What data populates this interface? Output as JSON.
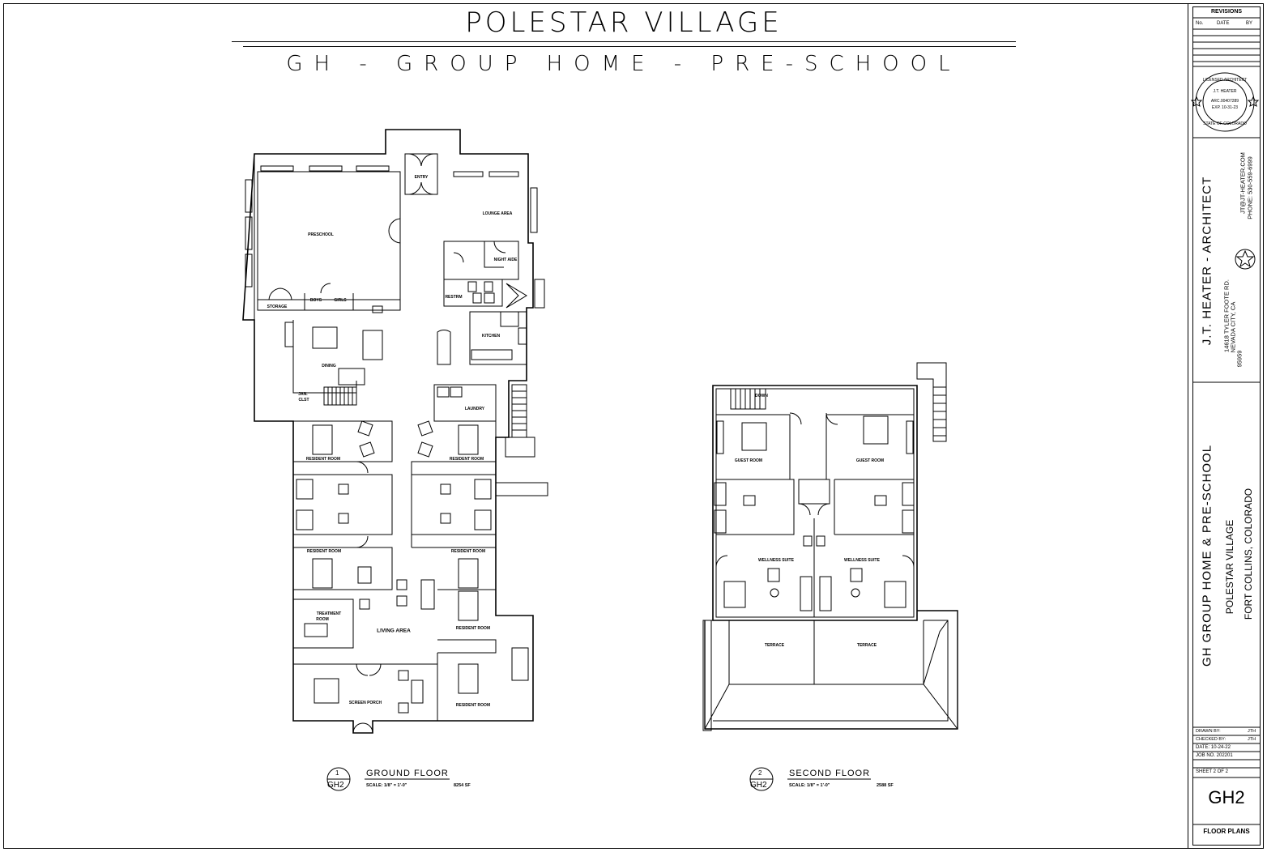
{
  "header": {
    "title": "POLESTAR VILLAGE",
    "subtitle": "GH - GROUP HOME - PRE-SCHOOL"
  },
  "ground_floor": {
    "rooms": {
      "entry": "ENTRY",
      "lounge": "LOUNGE AREA",
      "preschool": "PRESCHOOL",
      "night_aide": "NIGHT AIDE",
      "restrm": "RESTRM",
      "storage": "STORAGE",
      "boys": "BOYS",
      "girls": "GIRLS",
      "kitchen": "KITCHEN",
      "dining": "DINING",
      "jan_clst_1": "JAN.",
      "jan_clst_2": "CLST",
      "laundry": "LAUNDRY",
      "resident_room": "RESIDENT ROOM",
      "treatment_1": "TREATMENT",
      "treatment_2": "ROOM",
      "living_area": "LIVING AREA",
      "screen_porch": "SCREEN PORCH"
    },
    "caption": {
      "number": "1",
      "sheet": "GH2",
      "title": "GROUND FLOOR",
      "scale": "SCALE: 1/8\" = 1'-0\"",
      "area": "8254 SF"
    }
  },
  "second_floor": {
    "rooms": {
      "down": "DOWN",
      "guest_room": "GUEST ROOM",
      "wellness_suite": "WELLNESS SUITE",
      "terrace": "TERRACE"
    },
    "caption": {
      "number": "2",
      "sheet": "GH2",
      "title": "SECOND FLOOR",
      "scale": "SCALE: 1/8\" = 1'-0\"",
      "area": "2588 SF"
    }
  },
  "title_block": {
    "revisions": "REVISIONS",
    "rev_cols": [
      "No.",
      "DATE",
      "BY"
    ],
    "seal": {
      "line1": "LICENSED ARCHITECT",
      "line2": "J.T. HEATER",
      "line3": "ARC.00407289",
      "line4": "EXP. 10-31-23",
      "line5": "STATE OF COLORADO"
    },
    "firm": "J.T. HEATER - ARCHITECT",
    "address1": "14618 TYLER FOOTE RD.",
    "address2": "NEVADA CITY, CA",
    "address3": "95959",
    "email": "JT@JT-HEATER.COM",
    "phone": "PHONE: 530-559-6999",
    "project1": "GH GROUP HOME & PRE-SCHOOL",
    "project2": "POLESTAR VILLAGE",
    "project3": "FORT COLLINS, COLORADO",
    "drawn_by": "DRAWN BY:",
    "drawn_by_val": "JTH",
    "checked_by": "CHECKED BY:",
    "checked_by_val": "JTH",
    "date": "DATE: 10-24-22",
    "job_no": "JOB NO. 202201",
    "sheet_of": "SHEET 2 OF 2",
    "sheet_id": "GH2",
    "sheet_name": "FLOOR PLANS"
  }
}
